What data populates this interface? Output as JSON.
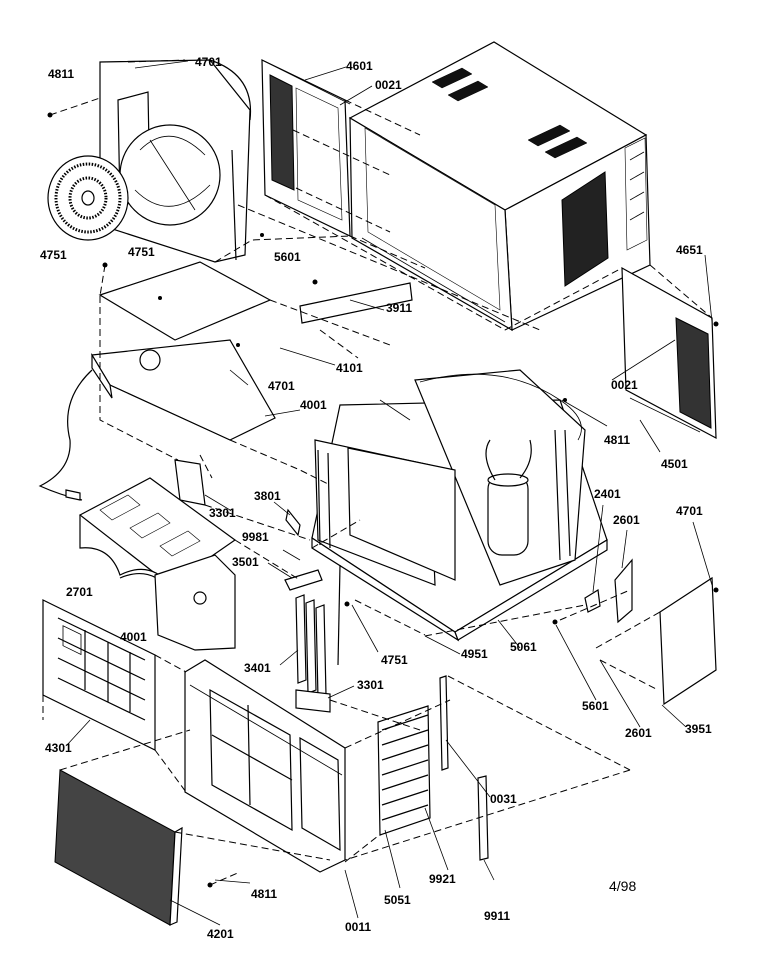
{
  "date_note": "4/98",
  "callouts": [
    {
      "id": "c4811a",
      "text": "4811"
    },
    {
      "id": "c4701a",
      "text": "4701"
    },
    {
      "id": "c4601",
      "text": "4601"
    },
    {
      "id": "c0021a",
      "text": "0021"
    },
    {
      "id": "c4751a",
      "text": "4751"
    },
    {
      "id": "c4751b",
      "text": "4751"
    },
    {
      "id": "c5601a",
      "text": "5601"
    },
    {
      "id": "c4651",
      "text": "4651"
    },
    {
      "id": "c3911",
      "text": "3911"
    },
    {
      "id": "c4101",
      "text": "4101"
    },
    {
      "id": "c4701b",
      "text": "4701"
    },
    {
      "id": "c0021b",
      "text": "0021"
    },
    {
      "id": "c4001a",
      "text": "4001"
    },
    {
      "id": "c4811b",
      "text": "4811"
    },
    {
      "id": "c4501",
      "text": "4501"
    },
    {
      "id": "c3801",
      "text": "3801"
    },
    {
      "id": "c2401",
      "text": "2401"
    },
    {
      "id": "c3301a",
      "text": "3301"
    },
    {
      "id": "c2601a",
      "text": "2601"
    },
    {
      "id": "c4701c",
      "text": "4701"
    },
    {
      "id": "c9981",
      "text": "9981"
    },
    {
      "id": "c3501",
      "text": "3501"
    },
    {
      "id": "c2701",
      "text": "2701"
    },
    {
      "id": "c4001b",
      "text": "4001"
    },
    {
      "id": "c4751c",
      "text": "4751"
    },
    {
      "id": "c4951",
      "text": "4951"
    },
    {
      "id": "c5061",
      "text": "5061"
    },
    {
      "id": "c3401",
      "text": "3401"
    },
    {
      "id": "c3301b",
      "text": "3301"
    },
    {
      "id": "c5601b",
      "text": "5601"
    },
    {
      "id": "c2601b",
      "text": "2601"
    },
    {
      "id": "c3951",
      "text": "3951"
    },
    {
      "id": "c4301",
      "text": "4301"
    },
    {
      "id": "c0031",
      "text": "0031"
    },
    {
      "id": "c9921",
      "text": "9921"
    },
    {
      "id": "c5051",
      "text": "5051"
    },
    {
      "id": "c4811c",
      "text": "4811"
    },
    {
      "id": "c9911",
      "text": "9911"
    },
    {
      "id": "c4201",
      "text": "4201"
    },
    {
      "id": "c0011",
      "text": "0011"
    }
  ]
}
